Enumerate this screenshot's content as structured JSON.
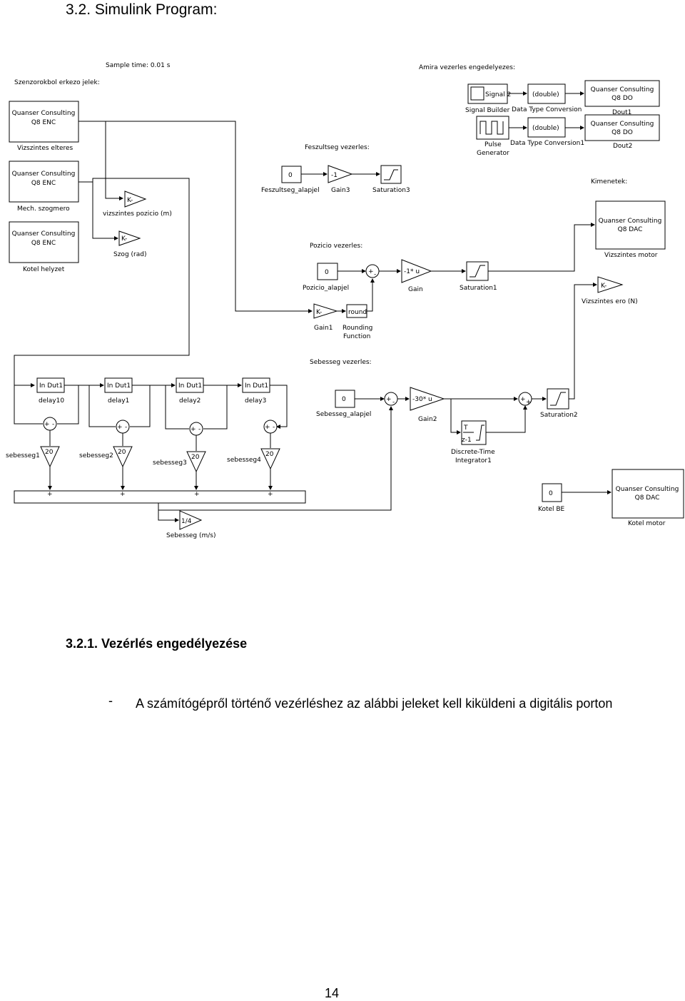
{
  "heading": "3.2. Simulink Program:",
  "diagram": {
    "sample_time": "Sample time: 0.01 s",
    "senzor_header": "Szenzorokbol erkezo jelek:",
    "enc1": {
      "line1": "Quanser Consulting",
      "line2": "Q8 ENC",
      "caption": "Vizszintes elteres"
    },
    "enc2": {
      "line1": "Quanser Consulting",
      "line2": "Q8 ENC",
      "caption": "Mech. szogmero"
    },
    "enc3": {
      "line1": "Quanser Consulting",
      "line2": "Q8 ENC",
      "caption": "Kotel helyzet"
    },
    "k_label": "K-",
    "vizszintes_pozicio": "vizszintes pozicio (m)",
    "szog": "Szog (rad)",
    "feszultseg_header": "Feszultseg vezerles:",
    "const0": "0",
    "feszultseg_alapjel": "Feszultseg_alapjel",
    "gain_minus1": "-1",
    "gain3": "Gain3",
    "saturation3": "Saturation3",
    "amira_header": "Amira vezerles engedelyezes:",
    "signal2": "Signal 2",
    "signal_builder": "Signal Builder",
    "double_label": "(double)",
    "dtc": "Data Type Conversion",
    "dtc1": "Data Type Conversion1",
    "pulse_generator_1": "Pulse",
    "pulse_generator_2": "Generator",
    "do1": {
      "line1": "Quanser Consulting",
      "line2": "Q8 DO",
      "caption": "Dout1"
    },
    "do2": {
      "line1": "Quanser Consulting",
      "line2": "Q8 DO",
      "caption": "Dout2"
    },
    "kimenetek": "Kimenetek:",
    "dac1": {
      "line1": "Quanser Consulting",
      "line2": "Q8 DAC",
      "caption": "Vizszintes motor"
    },
    "vizszintes_ero": "Vizszintes ero (N)",
    "pozicio_header": "Pozicio vezerles:",
    "pozicio_alapjel": "Pozicio_alapjel",
    "gain_label": "-1* u",
    "gain": "Gain",
    "saturation1": "Saturation1",
    "gain1": "Gain1",
    "round": "round",
    "rounding_1": "Rounding",
    "rounding_2": "Function",
    "sebesseg_header": "Sebesseg vezerles:",
    "in_dut": "In Dut1",
    "delay10": "delay10",
    "delay1": "delay1",
    "delay2": "delay2",
    "delay3": "delay3",
    "sebesseg_alapjel": "Sebesseg_alapjel",
    "gain2_label": "-30* u",
    "gain2": "Gain2",
    "saturation2": "Saturation2",
    "dti_T": "T",
    "dti_z": "z-1",
    "dti_name1": "Discrete-Time",
    "dti_name2": "Integrator1",
    "g20": "20",
    "sebesseg1": "sebesseg1",
    "sebesseg2": "sebesseg2",
    "sebesseg3": "sebesseg3",
    "sebesseg4": "sebesseg4",
    "plus": "+",
    "minus": "-",
    "quarter": "1/4",
    "sebesseg_ms": "Sebesseg (m/s)",
    "kotel_be": "Kotel BE",
    "dac2": {
      "line1": "Quanser Consulting",
      "line2": "Q8 DAC",
      "caption": "Kotel motor"
    }
  },
  "subheading": "3.2.1. Vezérlés engedélyezése",
  "bullet_dash": "-",
  "bullet_text": "A számítógépről történő vezérléshez az alábbi jeleket kell kiküldeni a digitális porton",
  "page_number": "14"
}
